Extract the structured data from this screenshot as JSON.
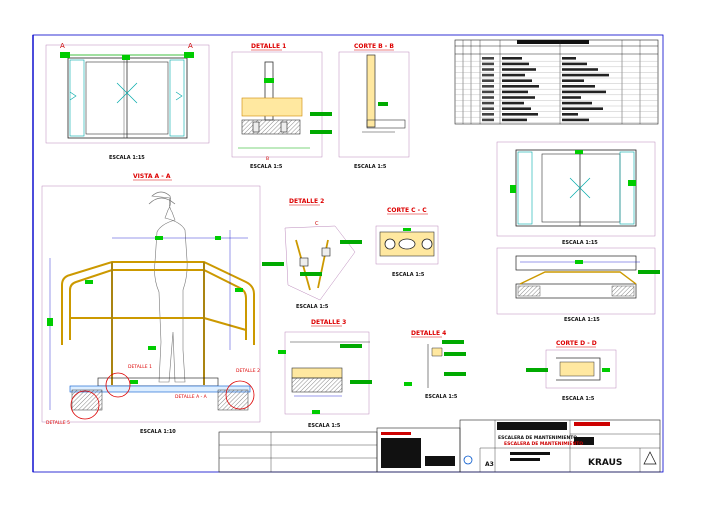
{
  "labels": {
    "detail1": "DETALLE 1",
    "cut_bb": "CORTE B - B",
    "vista_aa": "VISTA A - A",
    "detail2": "DETALLE 2",
    "cut_cc": "CORTE C - C",
    "detail3": "DETALLE 3",
    "detail4": "DETALLE 4",
    "cut_dd": "CORTE D - D",
    "detail1_inline": "DETALLE 1",
    "detail2_inline": "DETALLE 2",
    "detail3_inline": "DETALLE A - A",
    "detail5_inline": "DETALLE 5"
  },
  "scales": {
    "top_plan": "ESCALA 1:15",
    "detail1": "ESCALA 1:5",
    "cut_bb": "ESCALA 1:5",
    "main_view": "ESCALA 1:10",
    "detail2": "ESCALA 1:5",
    "cut_cc": "ESCALA 1:5",
    "right_plan1": "ESCALA 1:15",
    "right_plan2": "ESCALA 1:15",
    "detail3": "ESCALA 1:5",
    "detail4": "ESCALA 1:5",
    "cut_dd": "ESCALA 1:5"
  },
  "title_block": {
    "project_line1": "ESCALERA DE MANTENIMIENTO",
    "project_line2": "ESCALERA DE MANTENIMIENTO",
    "sheet_size": "A3",
    "brand": "KRAUS"
  }
}
